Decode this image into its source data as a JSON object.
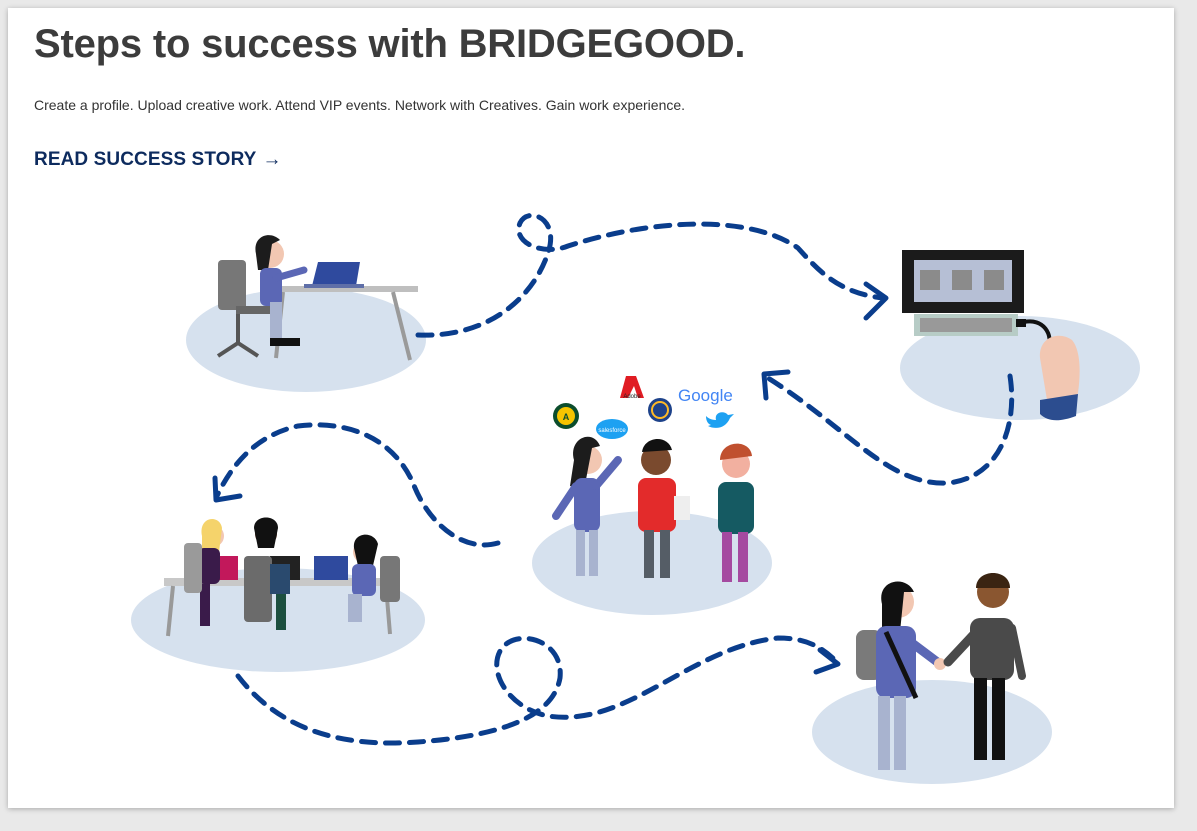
{
  "header": {
    "title": "Steps to success with BRIDGEGOOD.",
    "subtitle": "Create a profile. Upload creative work. Attend VIP events. Network with Creatives. Gain work experience.",
    "cta_label": "READ SUCCESS STORY",
    "cta_arrow": "→"
  },
  "brands": {
    "adobe": "Adobe",
    "google": "Google",
    "salesforce": "salesforce"
  },
  "colors": {
    "path": "#0a3d8c",
    "platform": "#d6e1ee",
    "heading": "#3c3c3c",
    "cta": "#0d2b5e"
  },
  "icons": [
    "arrow-right-icon",
    "athletics-logo-icon",
    "salesforce-logo-icon",
    "adobe-logo-icon",
    "warriors-logo-icon",
    "google-logo-icon",
    "twitter-bird-icon"
  ]
}
